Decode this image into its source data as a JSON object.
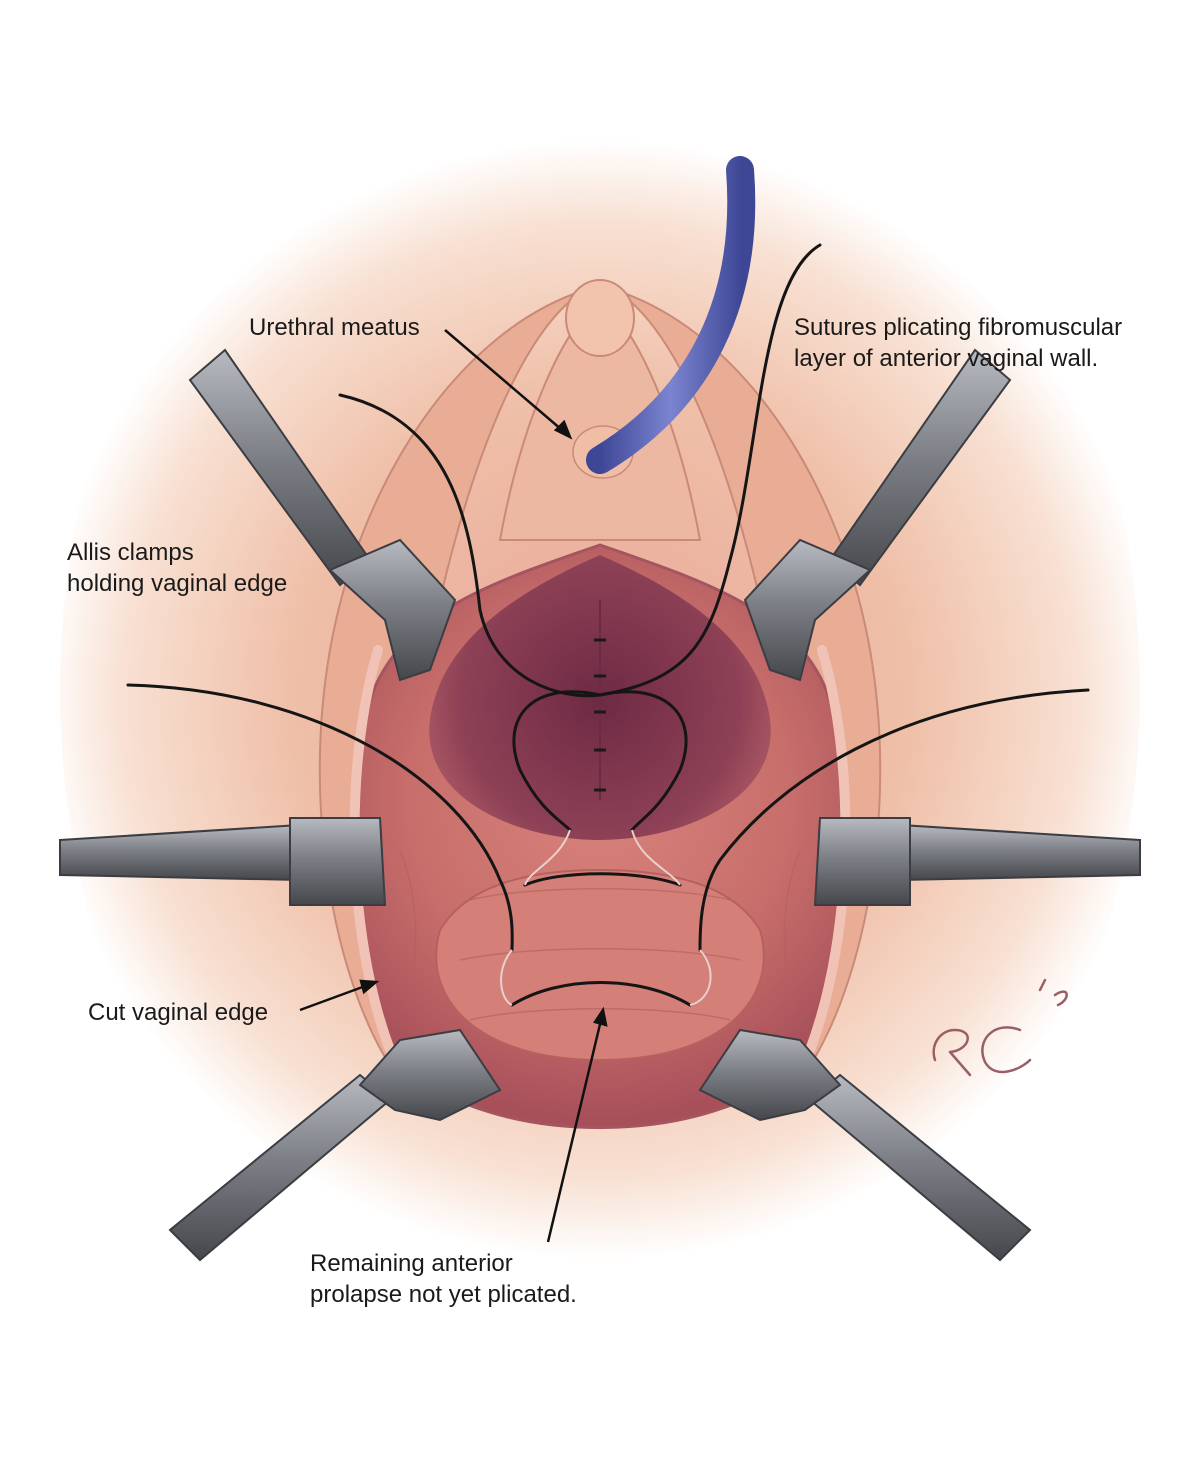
{
  "labels": {
    "urethral_meatus": "Urethral meatus",
    "sutures_line1": "Sutures plicating fibromuscular",
    "sutures_line2": "layer of anterior vaginal wall.",
    "allis_line1": "Allis clamps",
    "allis_line2": "holding vaginal edge",
    "cut_vaginal_edge": "Cut vaginal edge",
    "remaining_line1": "Remaining anterior",
    "remaining_line2": "prolapse not yet plicated."
  },
  "signature": "RC '19",
  "colors": {
    "skin": "#efbfa6",
    "skin_shadow": "#d99a84",
    "mucosa": "#c9716d",
    "mucosa_dark": "#7a3347",
    "clamp": "#777a80",
    "clamp_highlight": "#a9acb2",
    "catheter": "#5a63b4",
    "suture": "#151515"
  }
}
